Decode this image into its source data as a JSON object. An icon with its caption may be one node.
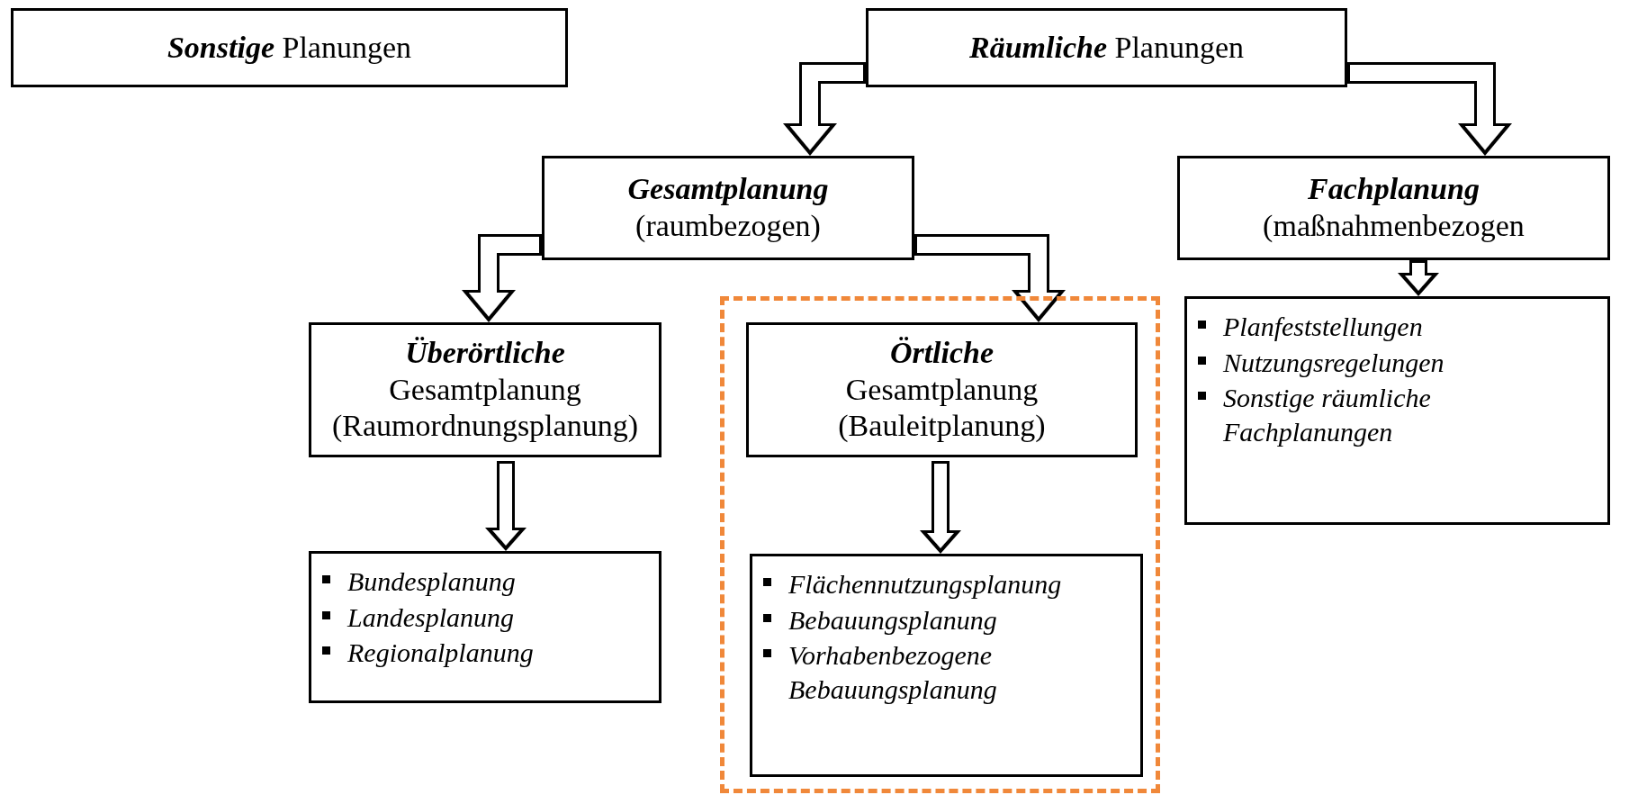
{
  "diagram": {
    "nodes": [
      {
        "text": [
          "**Sonstige** Planungen"
        ]
      },
      {
        "text": [
          "**Räumliche** Planungen"
        ]
      },
      {
        "text": [
          "Gesamtplanung",
          "(raumbezogen)"
        ]
      },
      {
        "text": [
          "Fachplanung",
          "(maßnahmenbezogen"
        ]
      },
      {
        "text": [
          "Überörtliche",
          "Gesamtplanung",
          "(Raumordnungsplanung)"
        ]
      },
      {
        "text": [],
        "shape": "box"
      },
      {
        "text": [
          "Örtliche",
          "Gesamtplanung",
          "(Bauleitplanung)"
        ],
        "in": 5
      },
      {
        "text": [
          "Planfeststellungen",
          "Nutzungsregelungen",
          "Sonstige räumliche Fachplanungen"
        ]
      },
      {
        "text": [
          "Bundesplanung",
          "Landesplanung",
          "Regionalplanung"
        ]
      },
      {
        "text": [
          "Flächennutzungsplanung",
          "Bebauungsplanung",
          "Vorhabenbezogene Bebauungsplanung"
        ],
        "in": 5
      }
    ],
    "edges": [
      {
        "from": 1,
        "to": 2,
        "arrow": "to"
      },
      {
        "from": 1,
        "to": 3,
        "arrow": "to"
      },
      {
        "from": 2,
        "to": 4,
        "arrow": "to"
      },
      {
        "from": 2,
        "to": 6,
        "arrow": "to"
      },
      {
        "from": 4,
        "to": 8,
        "arrow": "to"
      },
      {
        "from": 6,
        "to": 9,
        "arrow": "to"
      },
      {
        "from": 3,
        "to": 7,
        "arrow": "to"
      }
    ]
  }
}
